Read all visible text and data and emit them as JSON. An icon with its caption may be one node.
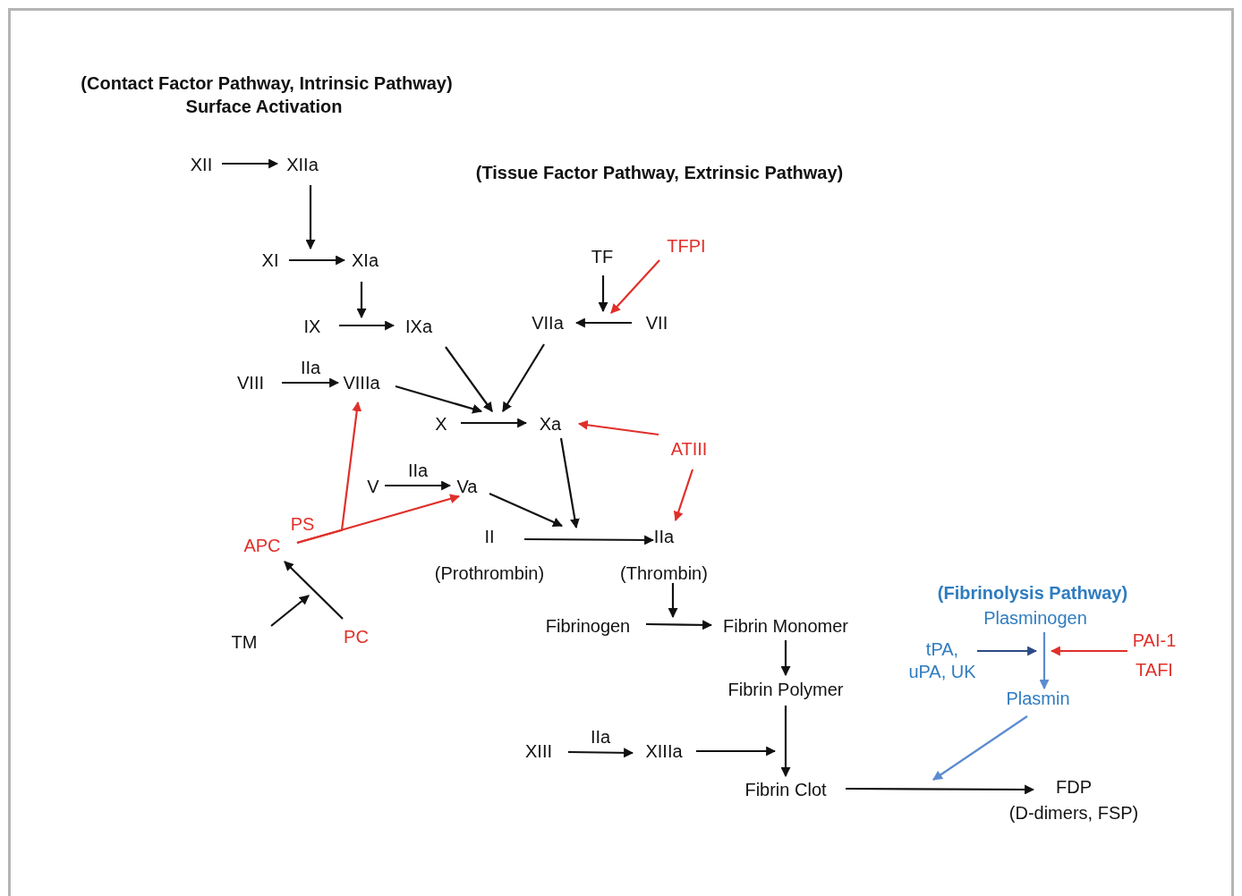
{
  "diagram": {
    "nodes": [
      {
        "text": [
          "XII"
        ]
      },
      {
        "text": [
          "XIIa"
        ]
      },
      {
        "text": [
          "XI"
        ]
      },
      {
        "text": [
          "XIa"
        ]
      },
      {
        "text": [
          "IX"
        ]
      },
      {
        "text": [
          "IXa"
        ]
      },
      {
        "text": [
          "TF"
        ]
      },
      {
        "text": [
          "TFPI"
        ]
      },
      {
        "text": [
          "VIIa"
        ]
      },
      {
        "text": [
          "VII"
        ]
      },
      {
        "text": [
          "VIII"
        ]
      },
      {
        "text": [
          "VIIIa"
        ]
      },
      {
        "text": [
          "X"
        ]
      },
      {
        "text": [
          "Xa"
        ]
      },
      {
        "text": [
          "ATIII"
        ]
      },
      {
        "text": [
          "V"
        ]
      },
      {
        "text": [
          "Va"
        ]
      },
      {
        "text": [
          "APC"
        ]
      },
      {
        "text": [
          "II",
          "(Prothrombin)"
        ]
      },
      {
        "text": [
          "IIa",
          "(Thrombin)"
        ]
      },
      {
        "text": [
          "TM"
        ]
      },
      {
        "text": [
          "PC"
        ]
      },
      {
        "text": [
          "Fibrinogen"
        ]
      },
      {
        "text": [
          "Fibrin Monomer"
        ]
      },
      {
        "text": [
          "Fibrin Polymer"
        ]
      },
      {
        "text": [
          "XIII"
        ]
      },
      {
        "text": [
          "XIIIa"
        ]
      },
      {
        "text": [
          "Fibrin Clot"
        ]
      },
      {
        "text": [
          "FDP",
          "(D-dimers, FSP)"
        ]
      },
      {
        "text": [
          "Plasminogen"
        ]
      },
      {
        "text": [
          "tPA, uPA, UK"
        ]
      },
      {
        "text": [
          "PAI-1",
          "TAFI"
        ]
      },
      {
        "text": [
          "Plasmin"
        ]
      }
    ],
    "edges": [
      {
        "from": 0,
        "to": 1,
        "arrow": "to"
      },
      {
        "from": 1,
        "to": 2,
        "arrow": "to"
      },
      {
        "from": 2,
        "to": 3,
        "arrow": "to"
      },
      {
        "from": 3,
        "to": 4,
        "arrow": "to"
      },
      {
        "from": 4,
        "to": 5,
        "arrow": "to"
      },
      {
        "from": 6,
        "to": 8,
        "arrow": "to"
      },
      {
        "from": 7,
        "to": 9,
        "arrow": "to",
        "color": "#e0302a"
      },
      {
        "from": 9,
        "to": 8,
        "arrow": "to"
      },
      {
        "from": 10,
        "to": 11,
        "arrow": "to",
        "label": "IIa"
      },
      {
        "from": 5,
        "to": null,
        "arrow": "to"
      },
      {
        "from": 8,
        "to": 13,
        "arrow": "to"
      },
      {
        "from": 11,
        "to": 12,
        "arrow": "to"
      },
      {
        "from": 12,
        "to": 13,
        "arrow": "to"
      },
      {
        "from": 14,
        "to": 13,
        "arrow": "to",
        "color": "#e0302a"
      },
      {
        "from": 14,
        "to": 19,
        "arrow": "to",
        "color": "#e0302a"
      },
      {
        "from": 15,
        "to": 16,
        "arrow": "to",
        "label": "IIa"
      },
      {
        "from": 13,
        "to": 18,
        "arrow": "to"
      },
      {
        "from": 16,
        "to": 18,
        "arrow": "to"
      },
      {
        "from": 18,
        "to": 19,
        "arrow": "to"
      },
      {
        "from": 17,
        "to": 11,
        "arrow": "to",
        "color": "#e0302a"
      },
      {
        "from": 17,
        "to": 16,
        "arrow": "to",
        "color": "#e0302a"
      },
      {
        "from": 20,
        "to": null,
        "arrow": "to"
      },
      {
        "from": 21,
        "to": 17,
        "arrow": "to"
      },
      {
        "from": 19,
        "to": null,
        "arrow": "to"
      },
      {
        "from": 22,
        "to": 23,
        "arrow": "to"
      },
      {
        "from": 23,
        "to": 24,
        "arrow": "to"
      },
      {
        "from": 24,
        "to": 27,
        "arrow": "to"
      },
      {
        "from": 25,
        "to": 26,
        "arrow": "to",
        "label": "IIa"
      },
      {
        "from": 26,
        "to": 27,
        "arrow": "to"
      },
      {
        "from": 27,
        "to": 28,
        "arrow": "to"
      },
      {
        "from": 29,
        "to": 32,
        "arrow": "to",
        "color": "#5b8bd0"
      },
      {
        "from": 30,
        "to": 29,
        "arrow": "to",
        "color": "#2c4a86"
      },
      {
        "from": 31,
        "to": 29,
        "arrow": "to",
        "color": "#e0302a"
      },
      {
        "from": 32,
        "to": null,
        "arrow": "to",
        "color": "#5b8bd0"
      }
    ],
    "labels": [
      "(Contact Factor Pathway, Intrinsic Pathway)",
      "Surface Activation",
      "(Tissue Factor Pathway, Extrinsic Pathway)",
      "PS",
      "(Fibrinolysis Pathway)"
    ]
  }
}
